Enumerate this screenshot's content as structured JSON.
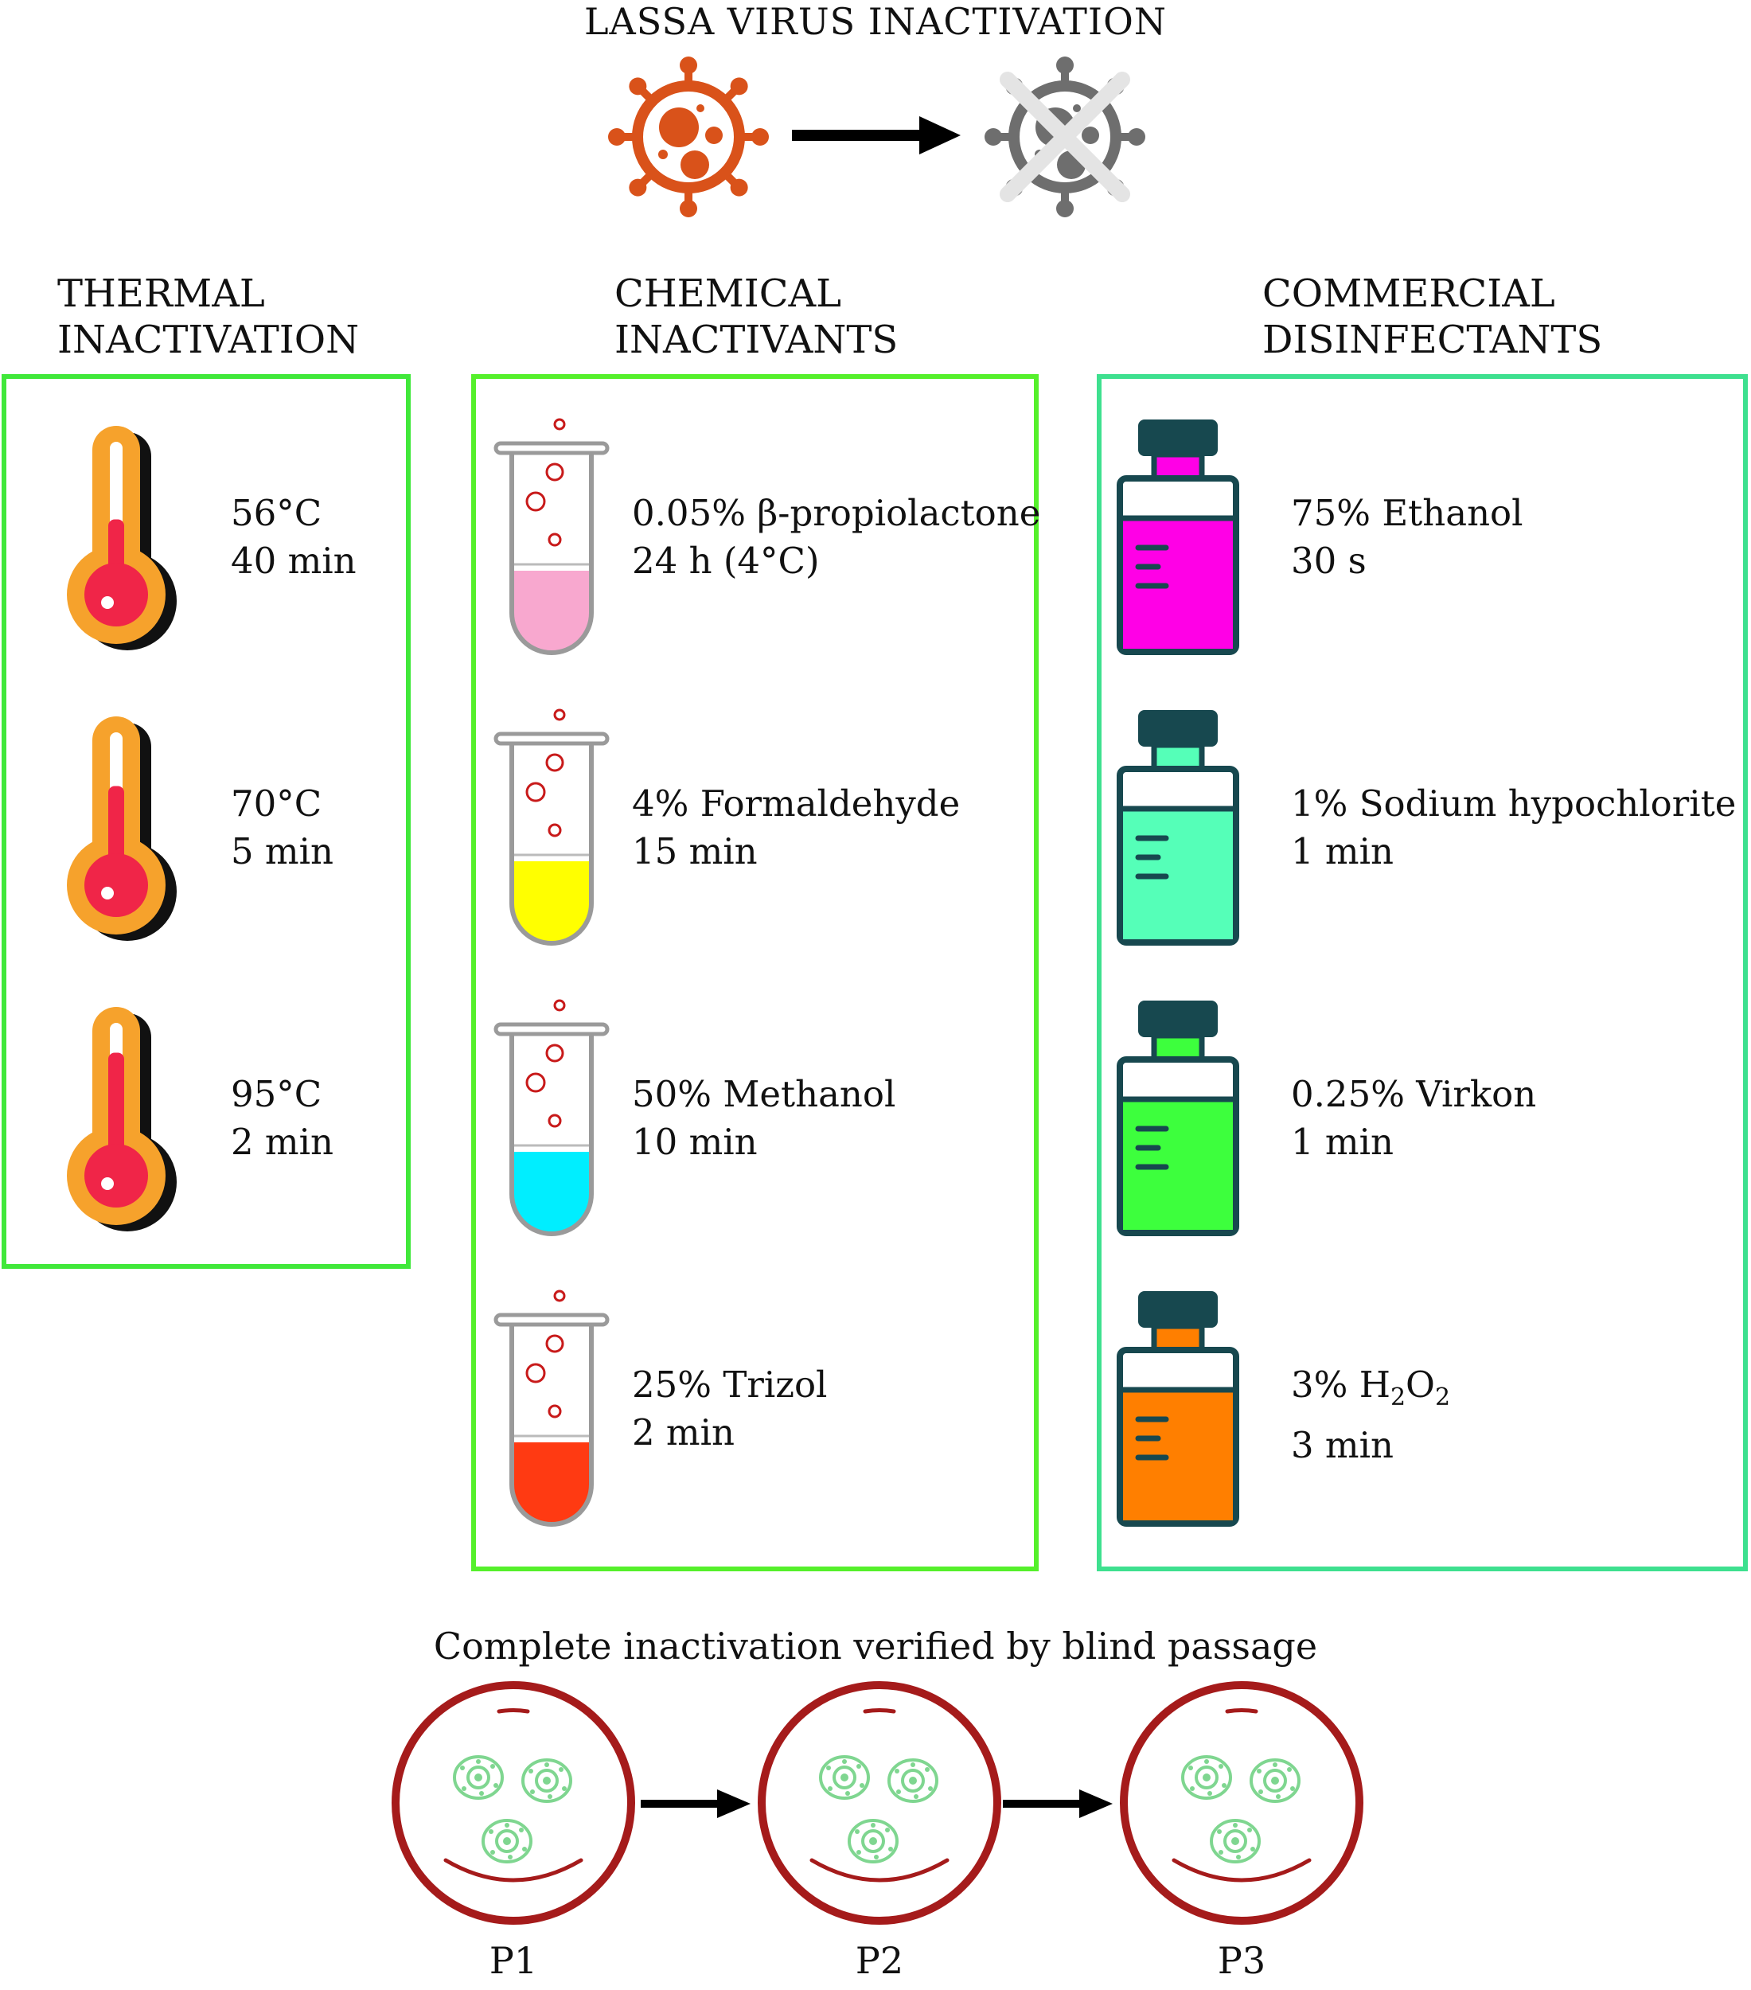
{
  "title": "LASSA VIRUS INACTIVATION",
  "colors": {
    "virus_active": "#d9521a",
    "virus_inactive": "#6e6e6e",
    "thermal_border": "#40e83a",
    "chemical_border": "#55f02b",
    "commercial_border": "#3ee08f",
    "dish": "#a51b1b",
    "cells": "#7fd690"
  },
  "sections": {
    "thermal": {
      "heading": [
        "THERMAL",
        "INACTIVATION"
      ],
      "items": [
        {
          "line1": "56°C",
          "line2": "40 min",
          "icon": "thermometer-icon",
          "level": 0.35
        },
        {
          "line1": "70°C",
          "line2": "5 min",
          "icon": "thermometer-icon",
          "level": 0.55
        },
        {
          "line1": "95°C",
          "line2": "2 min",
          "icon": "thermometer-icon",
          "level": 0.75
        }
      ]
    },
    "chemical": {
      "heading": [
        "CHEMICAL",
        "INACTIVANTS"
      ],
      "items": [
        {
          "line1": "0.05% β-propiolactone",
          "line2": "24 h (4°C)",
          "color": "#f8a8cf",
          "icon": "test-tube-icon"
        },
        {
          "line1": "4% Formaldehyde",
          "line2": "15 min",
          "color": "#ffff00",
          "icon": "test-tube-icon"
        },
        {
          "line1": "50% Methanol",
          "line2": "10 min",
          "color": "#00eeff",
          "icon": "test-tube-icon"
        },
        {
          "line1": "25% Trizol",
          "line2": "2 min",
          "color": "#ff3a12",
          "icon": "test-tube-icon"
        }
      ]
    },
    "commercial": {
      "heading": [
        "COMMERCIAL",
        "DISINFECTANTS"
      ],
      "items": [
        {
          "line1": "75% Ethanol",
          "line2": "30 s",
          "color": "#ff00e6",
          "icon": "bottle-icon"
        },
        {
          "line1": "1% Sodium hypochlorite",
          "line2": "1 min",
          "color": "#55ffb8",
          "icon": "bottle-icon"
        },
        {
          "line1": "0.25% Virkon",
          "line2": "1 min",
          "color": "#3dff3d",
          "icon": "bottle-icon"
        },
        {
          "line1": "3% H",
          "sub1": "2",
          "mid": "O",
          "sub2": "2",
          "line2": "3 min",
          "color": "#ff7f00",
          "icon": "bottle-icon"
        }
      ]
    }
  },
  "passage": {
    "title": "Complete inactivation verified by blind passage",
    "dishes": [
      "P1",
      "P2",
      "P3"
    ]
  }
}
